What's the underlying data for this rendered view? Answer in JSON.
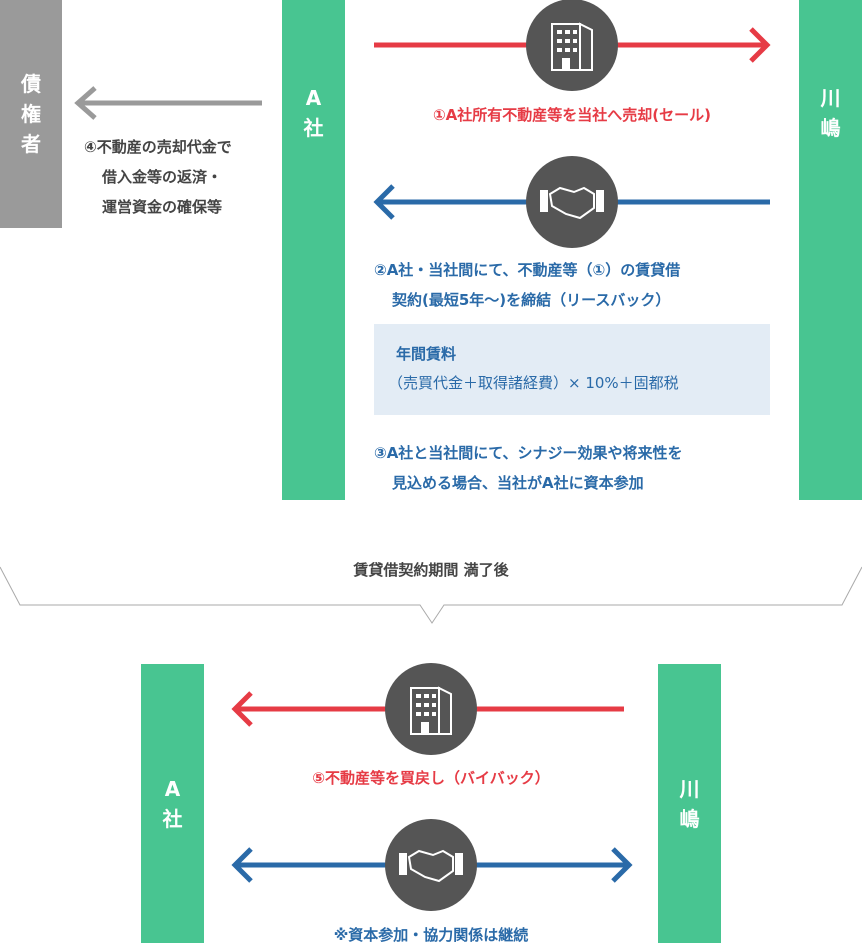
{
  "creditor": {
    "label": [
      "債",
      "権",
      "者"
    ]
  },
  "top": {
    "company_a": [
      "A",
      "社"
    ],
    "kawashima": [
      "川",
      "嶋"
    ],
    "step1": "①A社所有不動産等を当社へ売却(セール)",
    "step2": [
      "②A社・当社間にて、不動産等（①）の賃貸借",
      "契約(最短5年〜)を締結（リースバック）"
    ],
    "rent_box": {
      "title": "年間賃料",
      "formula": "（売買代金＋取得諸経費）× 10%＋固都税"
    },
    "step3": [
      "③A社と当社間にて、シナジー効果や将来性を",
      "見込める場合、当社がA社に資本参加"
    ],
    "step4": [
      "④不動産の売却代金で",
      "借入金等の返済・",
      "運営資金の確保等"
    ]
  },
  "period_label": "賃貸借契約期間 満了後",
  "bottom": {
    "company_a": [
      "A",
      "社"
    ],
    "kawashima": [
      "川",
      "嶋"
    ],
    "step5": "⑤不動産等を買戻し（バイバック）",
    "note": "※資本参加・協力関係は継続"
  },
  "colors": {
    "green": "#48c591",
    "red": "#e63b45",
    "blue": "#2a6aa8",
    "gray": "#9a9a9a",
    "circle": "#555555",
    "box": "#e3ecf5"
  }
}
